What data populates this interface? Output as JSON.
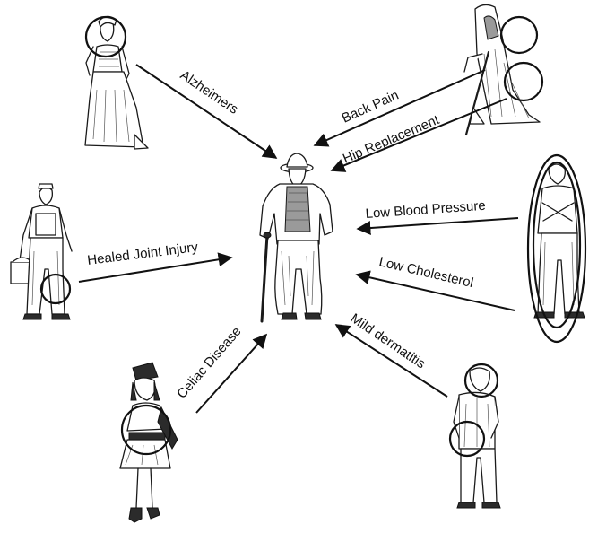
{
  "labels": {
    "alzheimers": "Alzheimers",
    "back_pain": "Back Pain",
    "hip_replacement": "Hip Replacement",
    "low_blood_pressure": "Low Blood Pressure",
    "low_cholesterol": "Low Cholesterol",
    "healed_joint_injury": "Healed Joint Injury",
    "celiac_disease": "Celiac Disease",
    "mild_dermatitis": "Mild dermatitis"
  }
}
